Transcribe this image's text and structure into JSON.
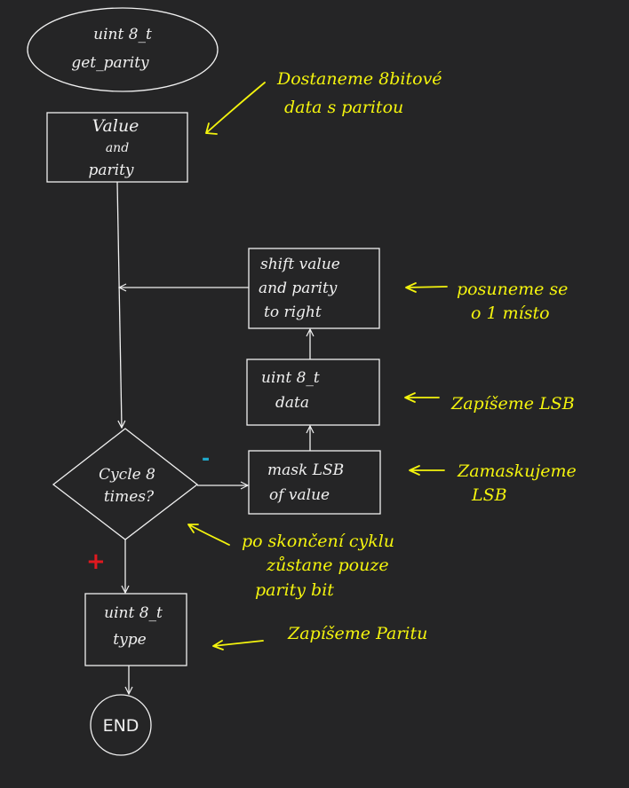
{
  "colors": {
    "background": "#252526",
    "stroke": "#f0f0f0",
    "annotation": "#f4f40e",
    "minus_mark": "#1fa8c9",
    "plus_mark": "#e0191f"
  },
  "nodes": {
    "start": {
      "line1": "uint 8_t",
      "line2": "get_parity"
    },
    "value_parity": {
      "line1": "Value",
      "line2": "and",
      "line3": "parity"
    },
    "shift": {
      "line1": "shift value",
      "line2": "and parity",
      "line3": "to right"
    },
    "data": {
      "line1": "uint 8_t",
      "line2": "data"
    },
    "mask": {
      "line1": "mask LSB",
      "line2": "of value"
    },
    "cycle": {
      "line1": "Cycle 8",
      "line2": "times?"
    },
    "parity_type": {
      "line1": "uint 8_t",
      "line2": "type"
    },
    "end": {
      "label": "END"
    }
  },
  "marks": {
    "minus": "-",
    "plus": "+"
  },
  "notes": {
    "get_data": {
      "line1": "Dostaneme 8bitové",
      "line2": "data s paritou"
    },
    "shift": {
      "line1": "posuneme se",
      "line2": "o 1 místo"
    },
    "write_lsb": {
      "line1": "Zapíšeme LSB"
    },
    "mask": {
      "line1": "Zamaskujeme",
      "line2": "LSB"
    },
    "after_loop": {
      "line1": "po skončení cyklu",
      "line2": "zůstane pouze",
      "line3": "parity bit"
    },
    "write_parity": {
      "line1": "Zapíšeme Paritu"
    }
  }
}
